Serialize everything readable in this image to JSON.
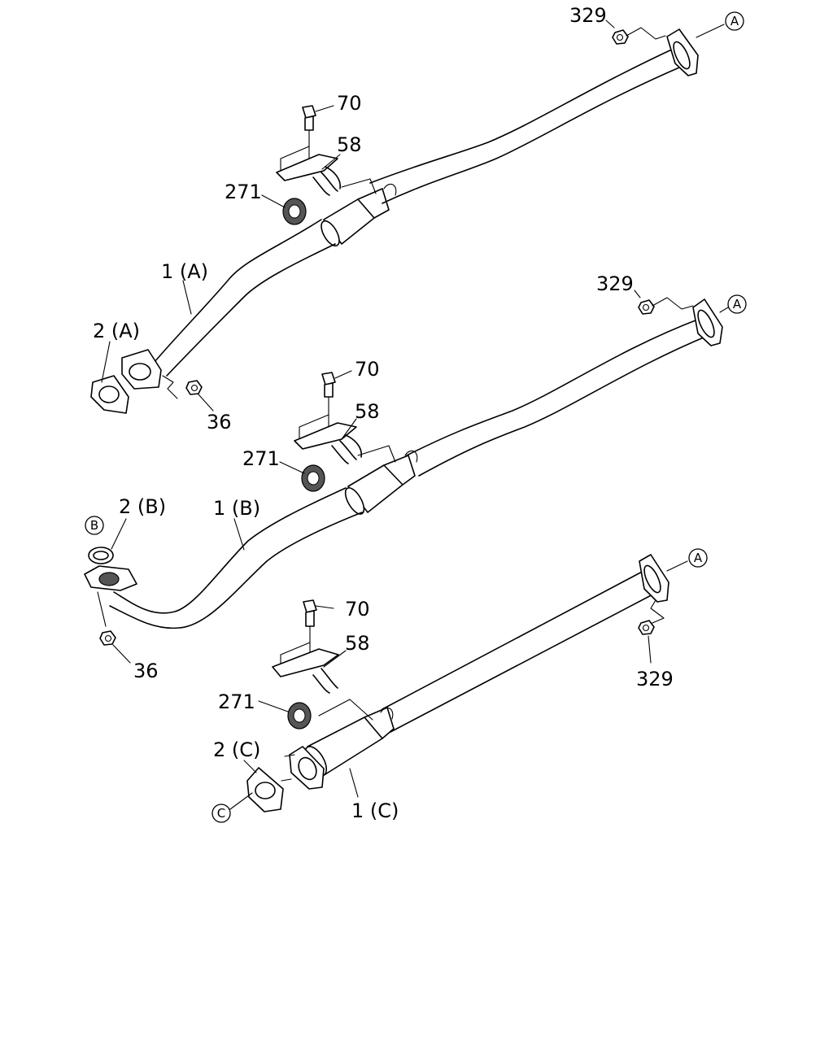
{
  "labels": {
    "a_part329": "329",
    "a_part70": "70",
    "a_part58": "58",
    "a_part271": "271",
    "a_pipe": "1 (A)",
    "a_gasket": "2 (A)",
    "a_part36": "36",
    "b_part329": "329",
    "b_part70": "70",
    "b_part58": "58",
    "b_part271": "271",
    "b_pipe": "1 (B)",
    "b_gasket": "2 (B)",
    "b_part36": "36",
    "c_part70": "70",
    "c_part58": "58",
    "c_part271": "271",
    "c_part329": "329",
    "c_gasket": "2 (C)",
    "c_pipe": "1 (C)"
  },
  "refs": {
    "a_end": "A",
    "b_end": "A",
    "c_end": "A",
    "b_front": "B",
    "c_front": "C"
  }
}
